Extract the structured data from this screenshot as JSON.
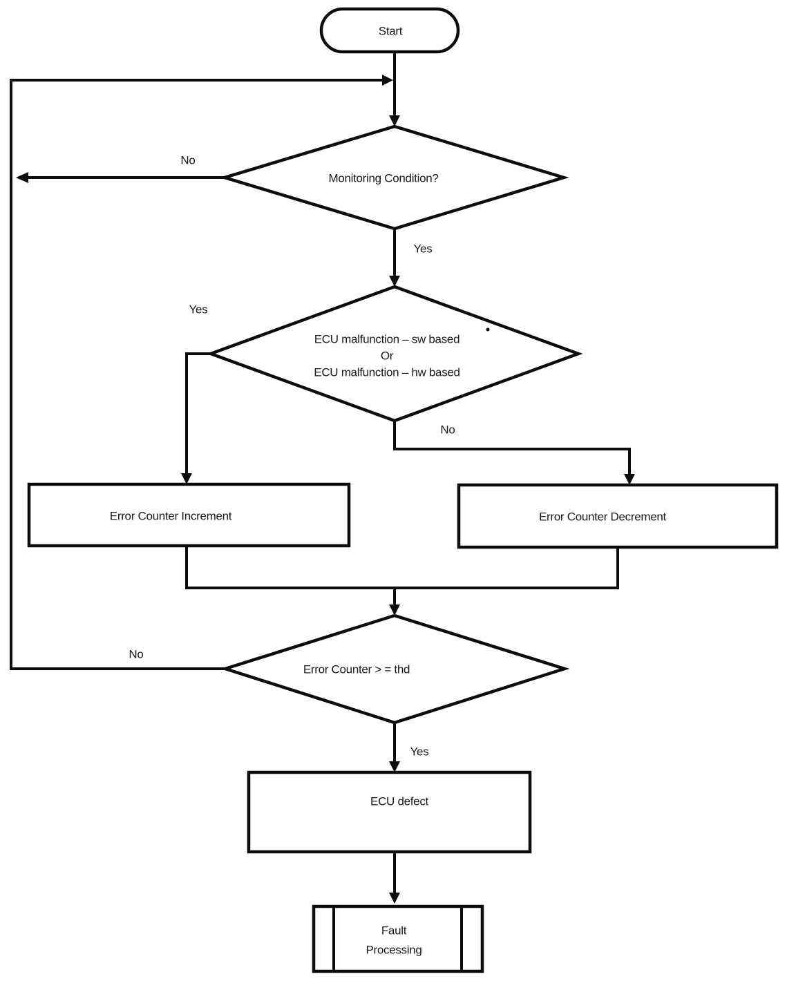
{
  "colors": {
    "background": "#ffffff",
    "line": "#0d0d0d",
    "text": "#1a1a1a"
  },
  "nodes": {
    "start": {
      "label": "Start"
    },
    "monitoring_condition": {
      "label": "Monitoring Condition?"
    },
    "ecu_malfunction": {
      "lines": [
        "ECU malfunction – sw based",
        "Or",
        "ECU malfunction – hw based"
      ]
    },
    "error_counter_increment": {
      "label": "Error Counter Increment"
    },
    "error_counter_decrement": {
      "label": "Error Counter Decrement"
    },
    "error_counter_threshold": {
      "label": "Error Counter > = thd"
    },
    "ecu_defect": {
      "label": "ECU defect"
    },
    "fault_processing": {
      "lines": [
        "Fault",
        "Processing"
      ]
    }
  },
  "edge_labels": {
    "monitoring_no": "No",
    "monitoring_yes": "Yes",
    "malfunction_yes": "Yes",
    "malfunction_no": "No",
    "threshold_no": "No",
    "threshold_yes": "Yes"
  }
}
